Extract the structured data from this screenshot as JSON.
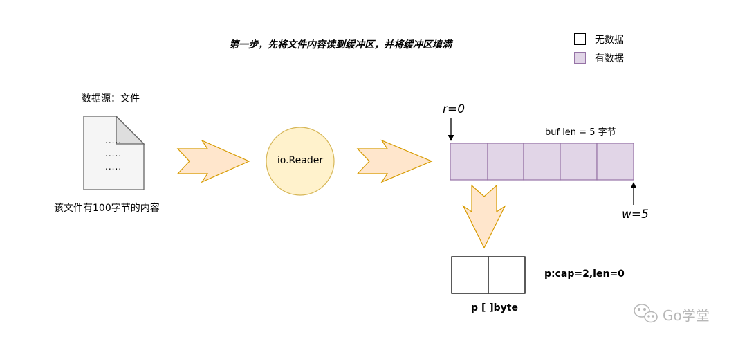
{
  "title": "第一步，先将文件内容读到缓冲区，并将缓冲区填满",
  "legend": {
    "empty_label": "无数据",
    "filled_label": "有数据",
    "filled_color": "#e1d5e7",
    "filled_border": "#9673a6"
  },
  "source": {
    "label": "数据源：文件",
    "caption": "该文件有100字节的内容",
    "content_lines": [
      ".....",
      ".....",
      "....."
    ]
  },
  "reader": {
    "label": "io.Reader",
    "fill": "#fff2cc",
    "stroke": "#d6b656"
  },
  "arrow_colors": {
    "fill": "#ffe6cc",
    "stroke": "#d79b00"
  },
  "buffer": {
    "label": "buf len = 5 字节",
    "cell_count": 5,
    "filled_cells": 5,
    "read_pointer_label": "r=0",
    "write_pointer_label": "w=5"
  },
  "p_slice": {
    "cap_len_label": "p:cap=2,len=0",
    "type_label": "p [ ]byte",
    "cell_count": 2
  },
  "watermark": {
    "text": "Go学堂",
    "icon": "wechat-icon"
  }
}
